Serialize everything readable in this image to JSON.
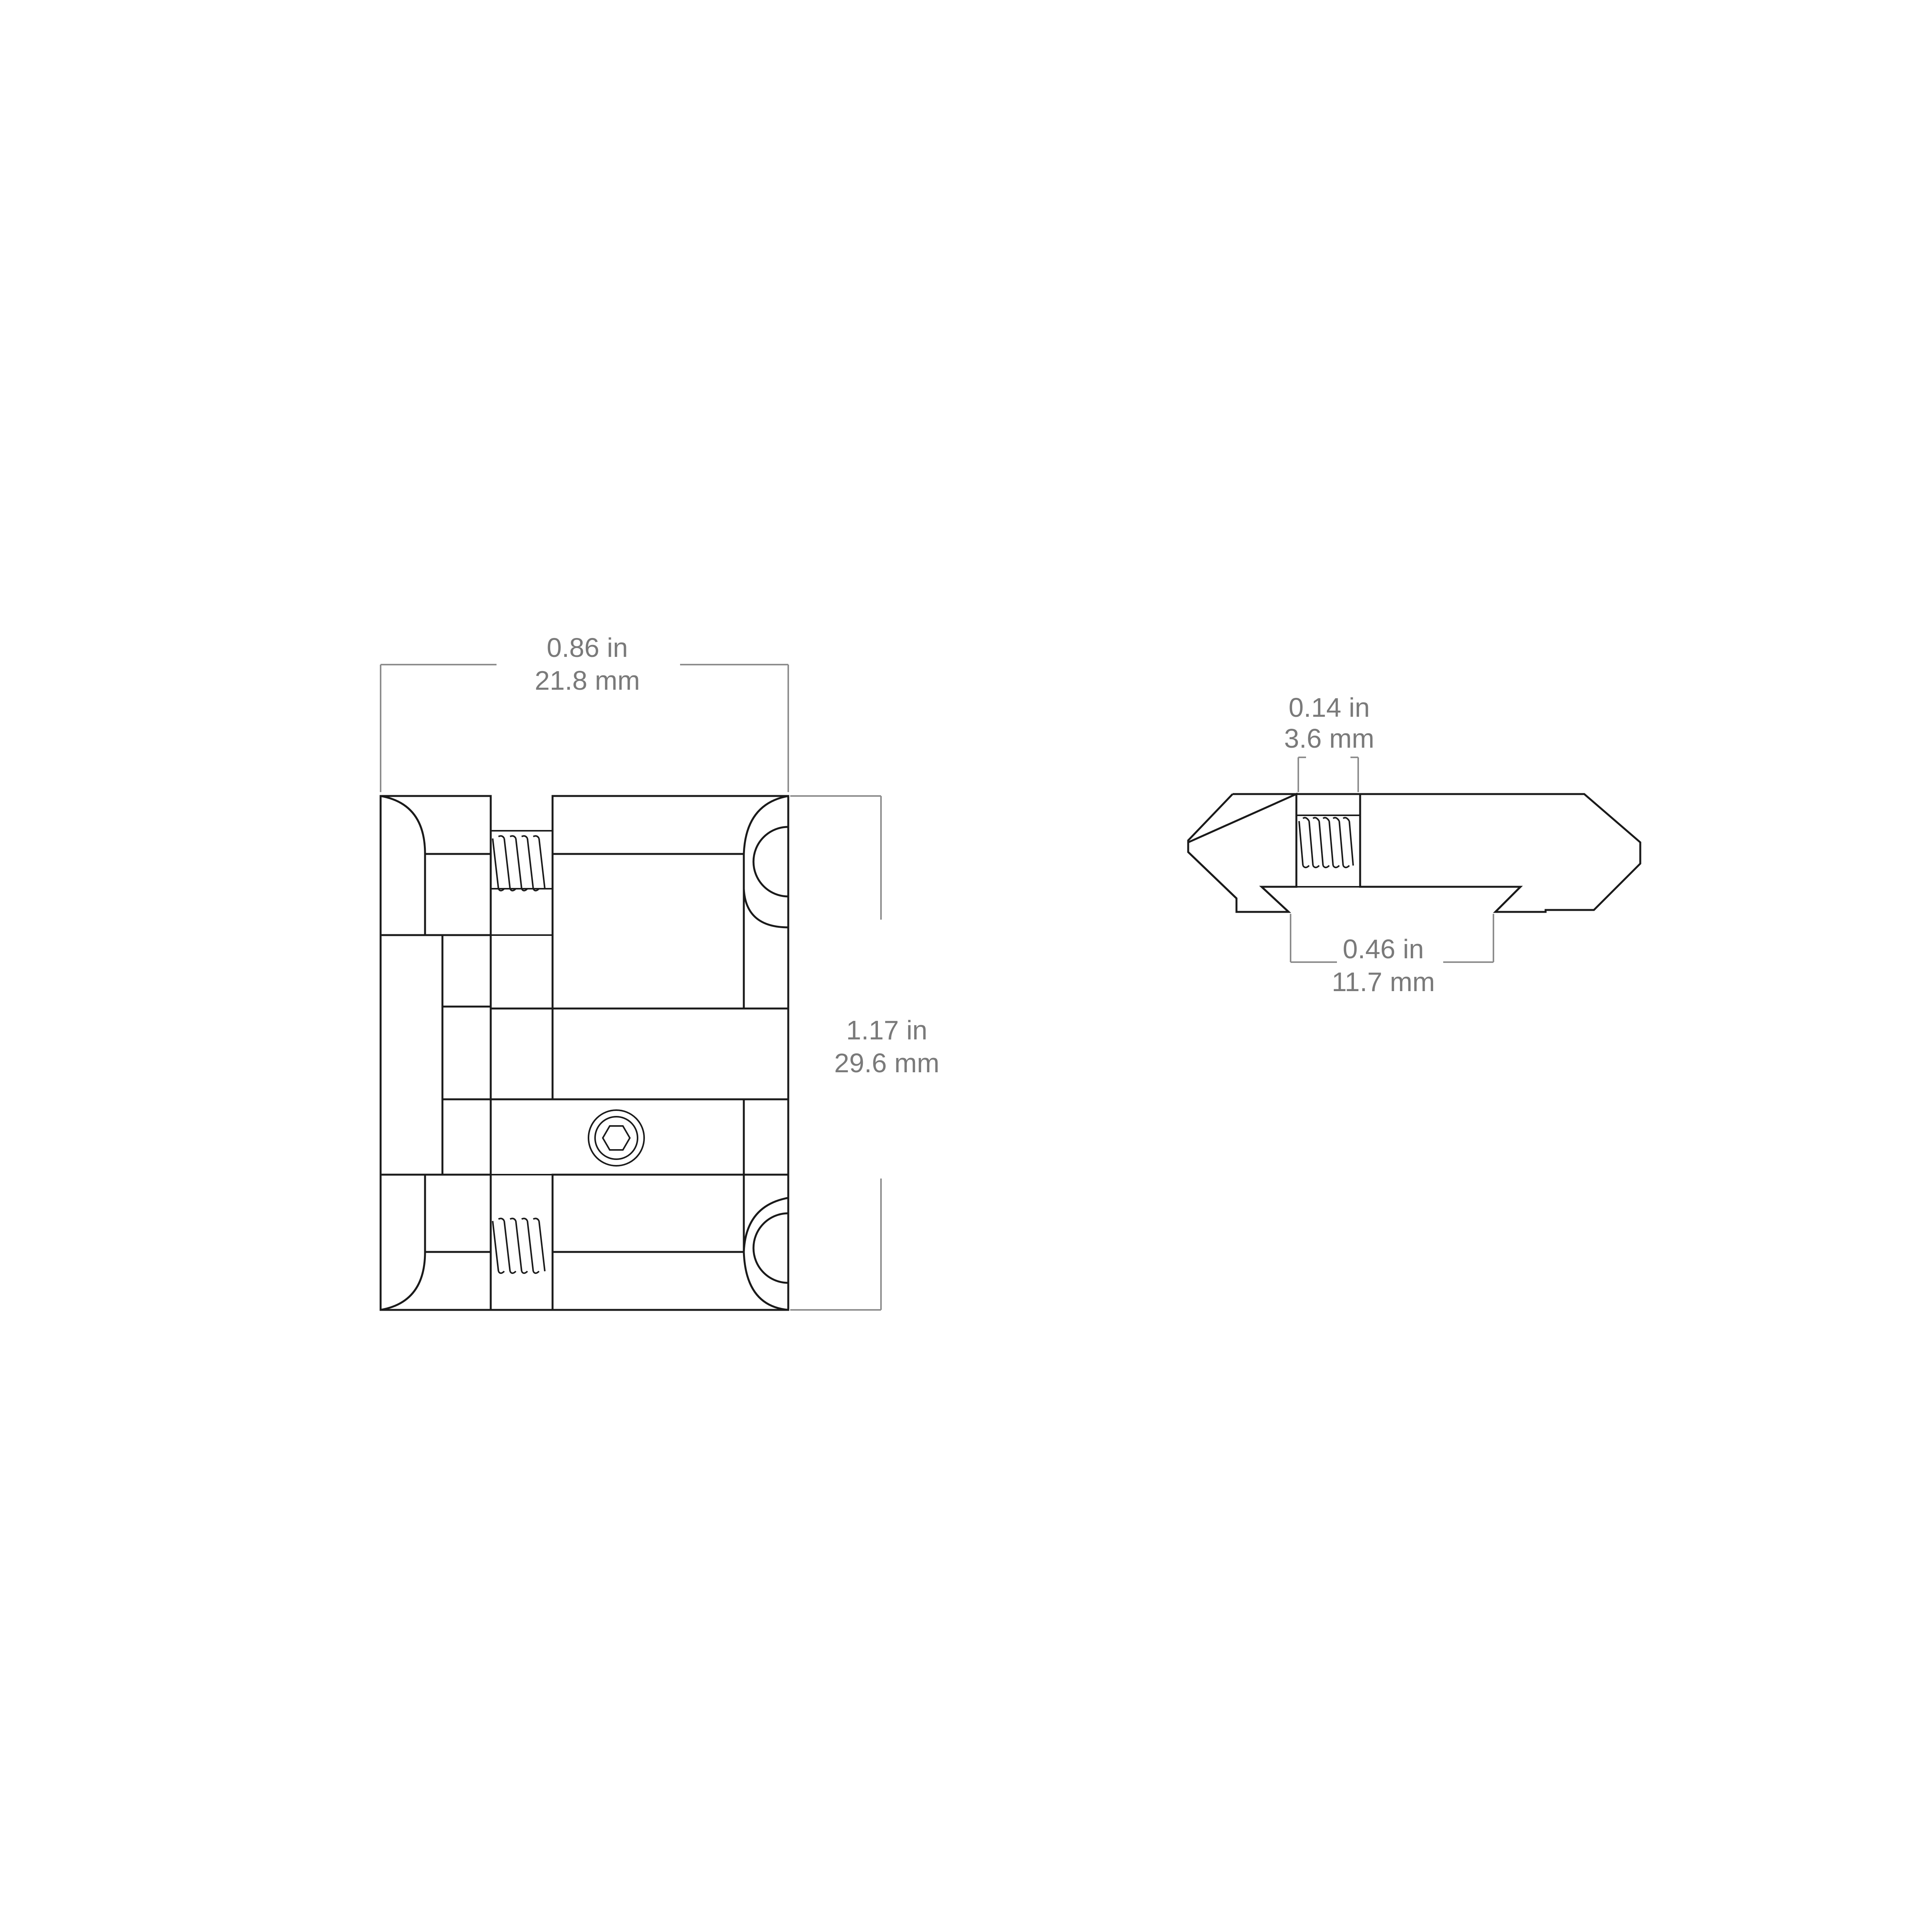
{
  "colors": {
    "line": "#1a1a1a",
    "dimension_line": "#8c8c8c",
    "dimension_text": "#7a7a7a",
    "background": "#ffffff"
  },
  "front_view": {
    "width_dimension": {
      "imperial": "0.86 in",
      "metric": "21.8 mm"
    },
    "height_dimension": {
      "imperial": "1.17 in",
      "metric": "29.6 mm"
    },
    "features": [
      "spring-top",
      "spring-bottom",
      "hex-socket-screw",
      "string-groove-top",
      "string-groove-bottom"
    ]
  },
  "side_view": {
    "gap_dimension": {
      "imperial": "0.14 in",
      "metric": "3.6 mm"
    },
    "base_dimension": {
      "imperial": "0.46 in",
      "metric": "11.7 mm"
    },
    "features": [
      "spring-section"
    ]
  }
}
